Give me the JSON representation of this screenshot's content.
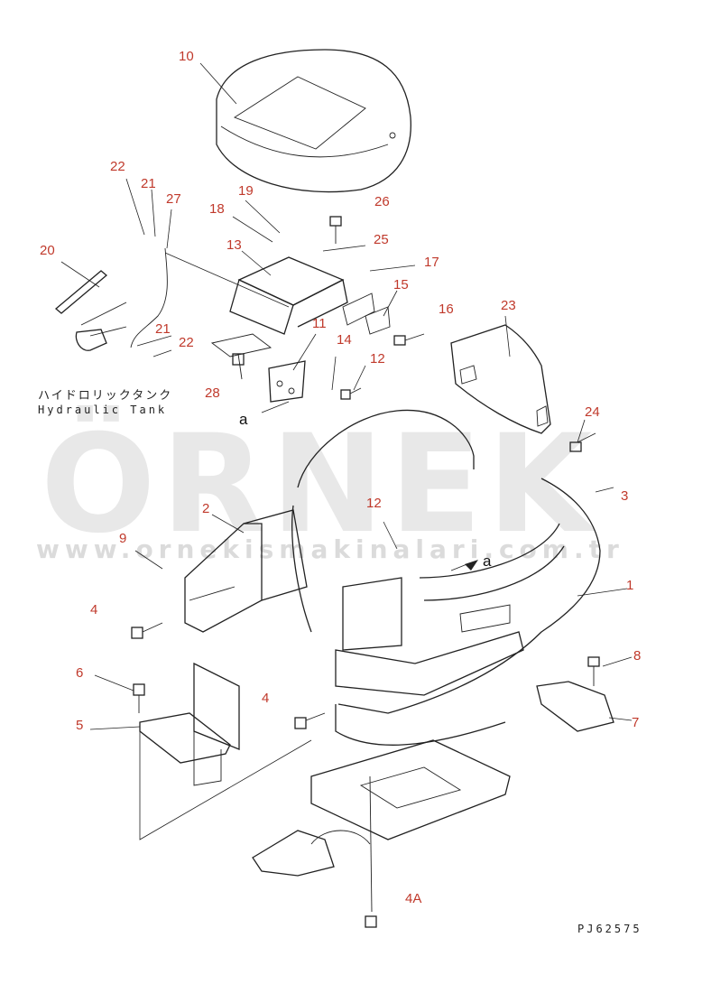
{
  "diagram": {
    "code": "PJ62575",
    "hydraulic_tank_jp": "ハイドロリックタンク",
    "hydraulic_tank_en": "Hydraulic Tank",
    "view_marker": "a",
    "watermark": "ÖRNEK",
    "watermark_url": "www.ornekismakinalari.com.tr",
    "watermark_color": "#d6d6d6",
    "label_color": "#c0392b",
    "labels": [
      "10",
      "22",
      "21",
      "27",
      "19",
      "18",
      "26",
      "13",
      "25",
      "20",
      "17",
      "15",
      "16",
      "23",
      "21",
      "22",
      "11",
      "14",
      "12",
      "28",
      "24",
      "3",
      "2",
      "12",
      "9",
      "1",
      "4",
      "8",
      "6",
      "4",
      "7",
      "5",
      "4A"
    ]
  }
}
